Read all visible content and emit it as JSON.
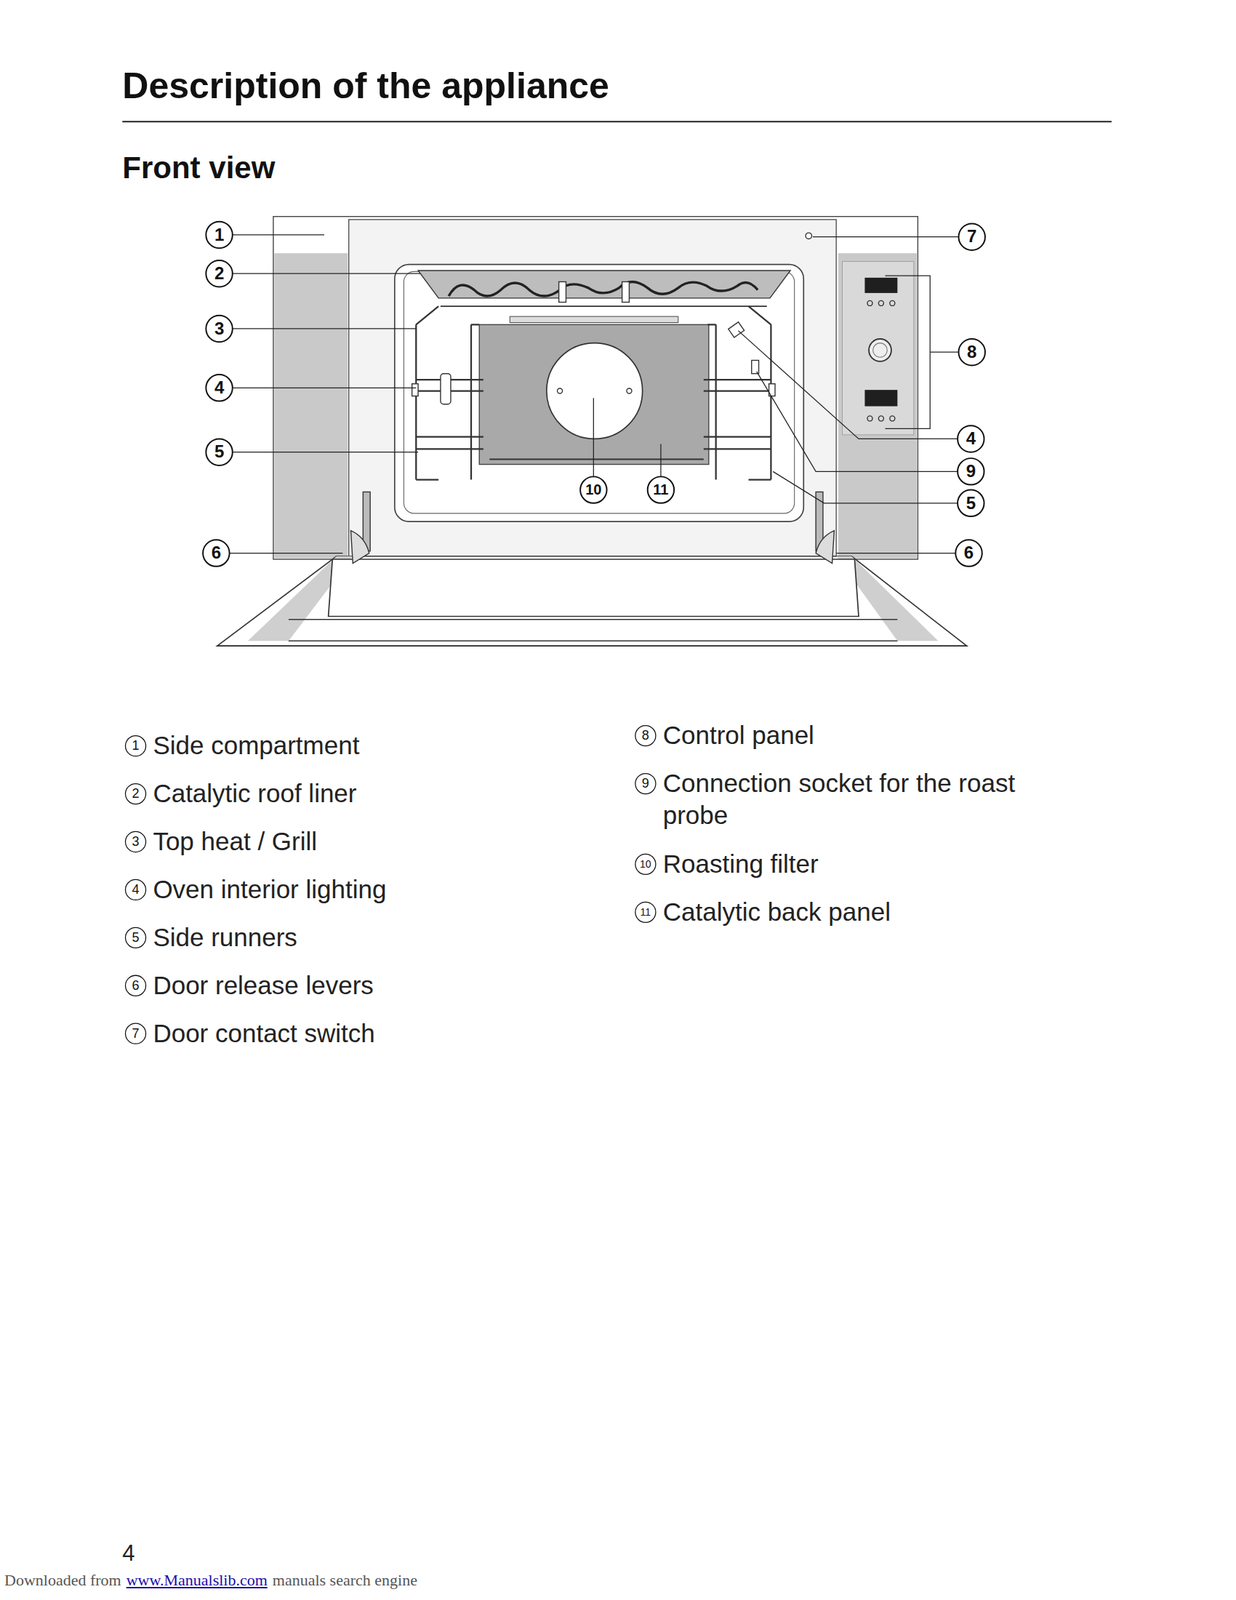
{
  "diagram": {
    "title": "Description of the appliance",
    "labels": [
      "Front view",
      "1",
      "7",
      "2",
      "3",
      "8",
      "4",
      "4",
      "5",
      "9",
      "10",
      "11",
      "5",
      "6",
      "6",
      "1",
      "Side compartment",
      "2",
      "Catalytic roof liner",
      "3",
      "Top heat / Grill",
      "4",
      "Oven interior lighting",
      "5",
      "Side runners",
      "6",
      "Door release levers",
      "7",
      "Door contact switch",
      "8",
      "Control panel",
      "9",
      "Connection socket for the roast probe",
      "10",
      "Roasting filter",
      "11",
      "Catalytic back panel",
      "4",
      "Downloaded from",
      "www.Manualslib.com",
      "manuals search engine"
    ]
  }
}
